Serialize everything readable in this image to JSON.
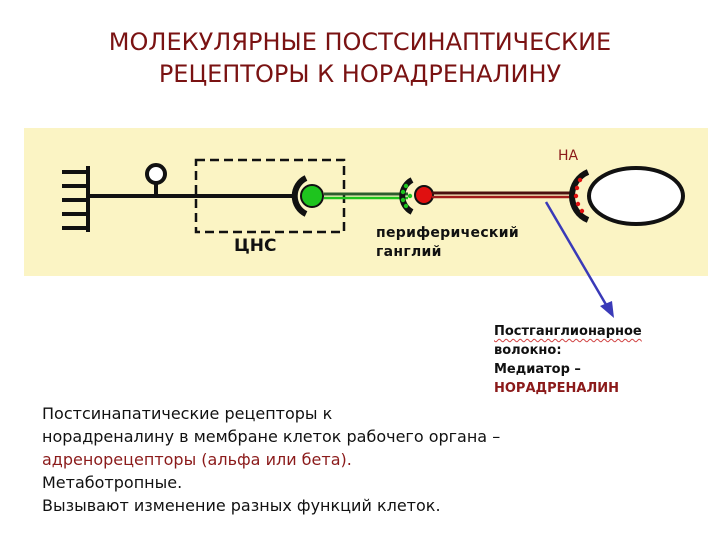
{
  "title": {
    "line1": "МОЛЕКУЛЯРНЫЕ ПОСТСИНАПТИЧЕСКИЕ",
    "line2": "РЕЦЕПТОРЫ К НОРАДРЕНАЛИНУ"
  },
  "diagram": {
    "na_label": "НА",
    "cns_label": "ЦНС",
    "ganglion_label_line1": "периферический",
    "ganglion_label_line2": "ганглий",
    "colors": {
      "band": "#fbf4c4",
      "preganglionic_terminal": "#1ec41e",
      "postganglionic_terminal": "#e01010",
      "fiber_red": "#a11c1c",
      "arrow": "#3a3ab8"
    }
  },
  "fiber_note": {
    "line1": "Постганглионарное",
    "line2": "волокно:",
    "line3": "Медиатор –",
    "line4": "НОРАДРЕНАЛИН"
  },
  "body": {
    "line1": "Постсинапатические рецепторы к",
    "line2": "норадреналину в мембране клеток рабочего органа –",
    "line3": "адренорецепторы (альфа или бета).",
    "line4": "Метаботропные.",
    "line5": "Вызывают изменение разных функций клеток."
  }
}
